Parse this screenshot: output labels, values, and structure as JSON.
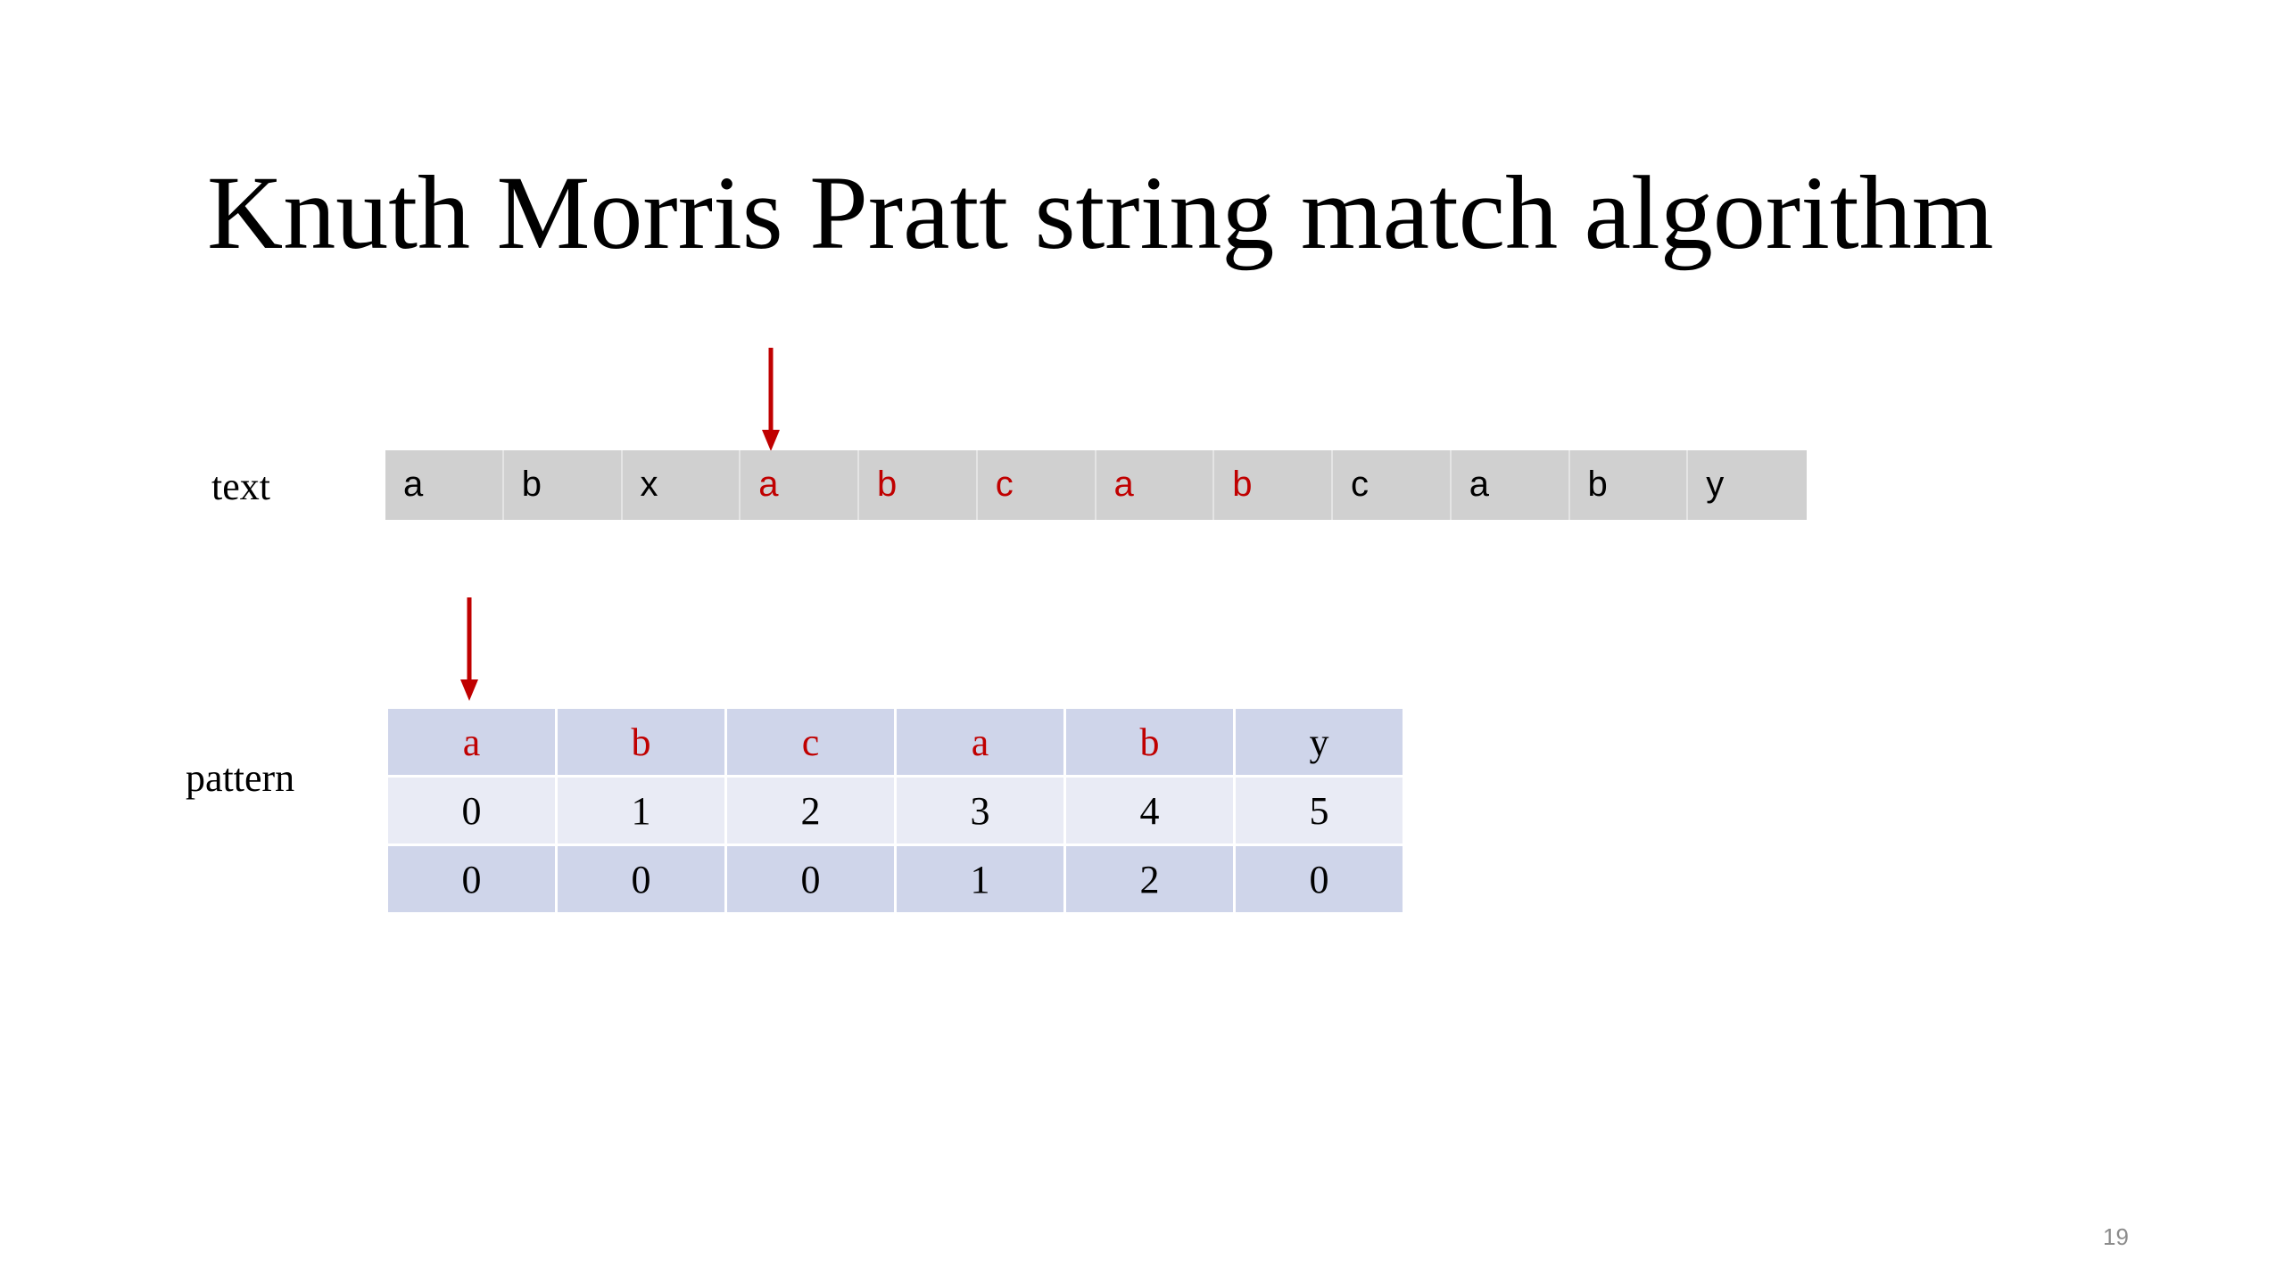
{
  "slide": {
    "title": "Knuth Morris Pratt string match algorithm",
    "page_number": "19"
  },
  "colors": {
    "highlight": "#c00000",
    "normal_text": "#000000",
    "text_strip_bg": "#d0d0d0",
    "table_dark_row": "#cfd5ea",
    "table_light_row": "#e9ebf5",
    "arrow": "#c00000"
  },
  "text_row": {
    "label": "text",
    "chars": [
      {
        "ch": "a",
        "highlight": false
      },
      {
        "ch": "b",
        "highlight": false
      },
      {
        "ch": "x",
        "highlight": false
      },
      {
        "ch": "a",
        "highlight": true
      },
      {
        "ch": "b",
        "highlight": true
      },
      {
        "ch": "c",
        "highlight": true
      },
      {
        "ch": "a",
        "highlight": true
      },
      {
        "ch": "b",
        "highlight": true
      },
      {
        "ch": "c",
        "highlight": false
      },
      {
        "ch": "a",
        "highlight": false
      },
      {
        "ch": "b",
        "highlight": false
      },
      {
        "ch": "y",
        "highlight": false
      }
    ],
    "pointer_index": 3
  },
  "pattern": {
    "label": "pattern",
    "chars": [
      {
        "ch": "a",
        "highlight": true
      },
      {
        "ch": "b",
        "highlight": true
      },
      {
        "ch": "c",
        "highlight": true
      },
      {
        "ch": "a",
        "highlight": true
      },
      {
        "ch": "b",
        "highlight": true
      },
      {
        "ch": "y",
        "highlight": false
      }
    ],
    "indices": [
      "0",
      "1",
      "2",
      "3",
      "4",
      "5"
    ],
    "prefix_table": [
      "0",
      "0",
      "0",
      "1",
      "2",
      "0"
    ],
    "pointer_index": 0
  }
}
